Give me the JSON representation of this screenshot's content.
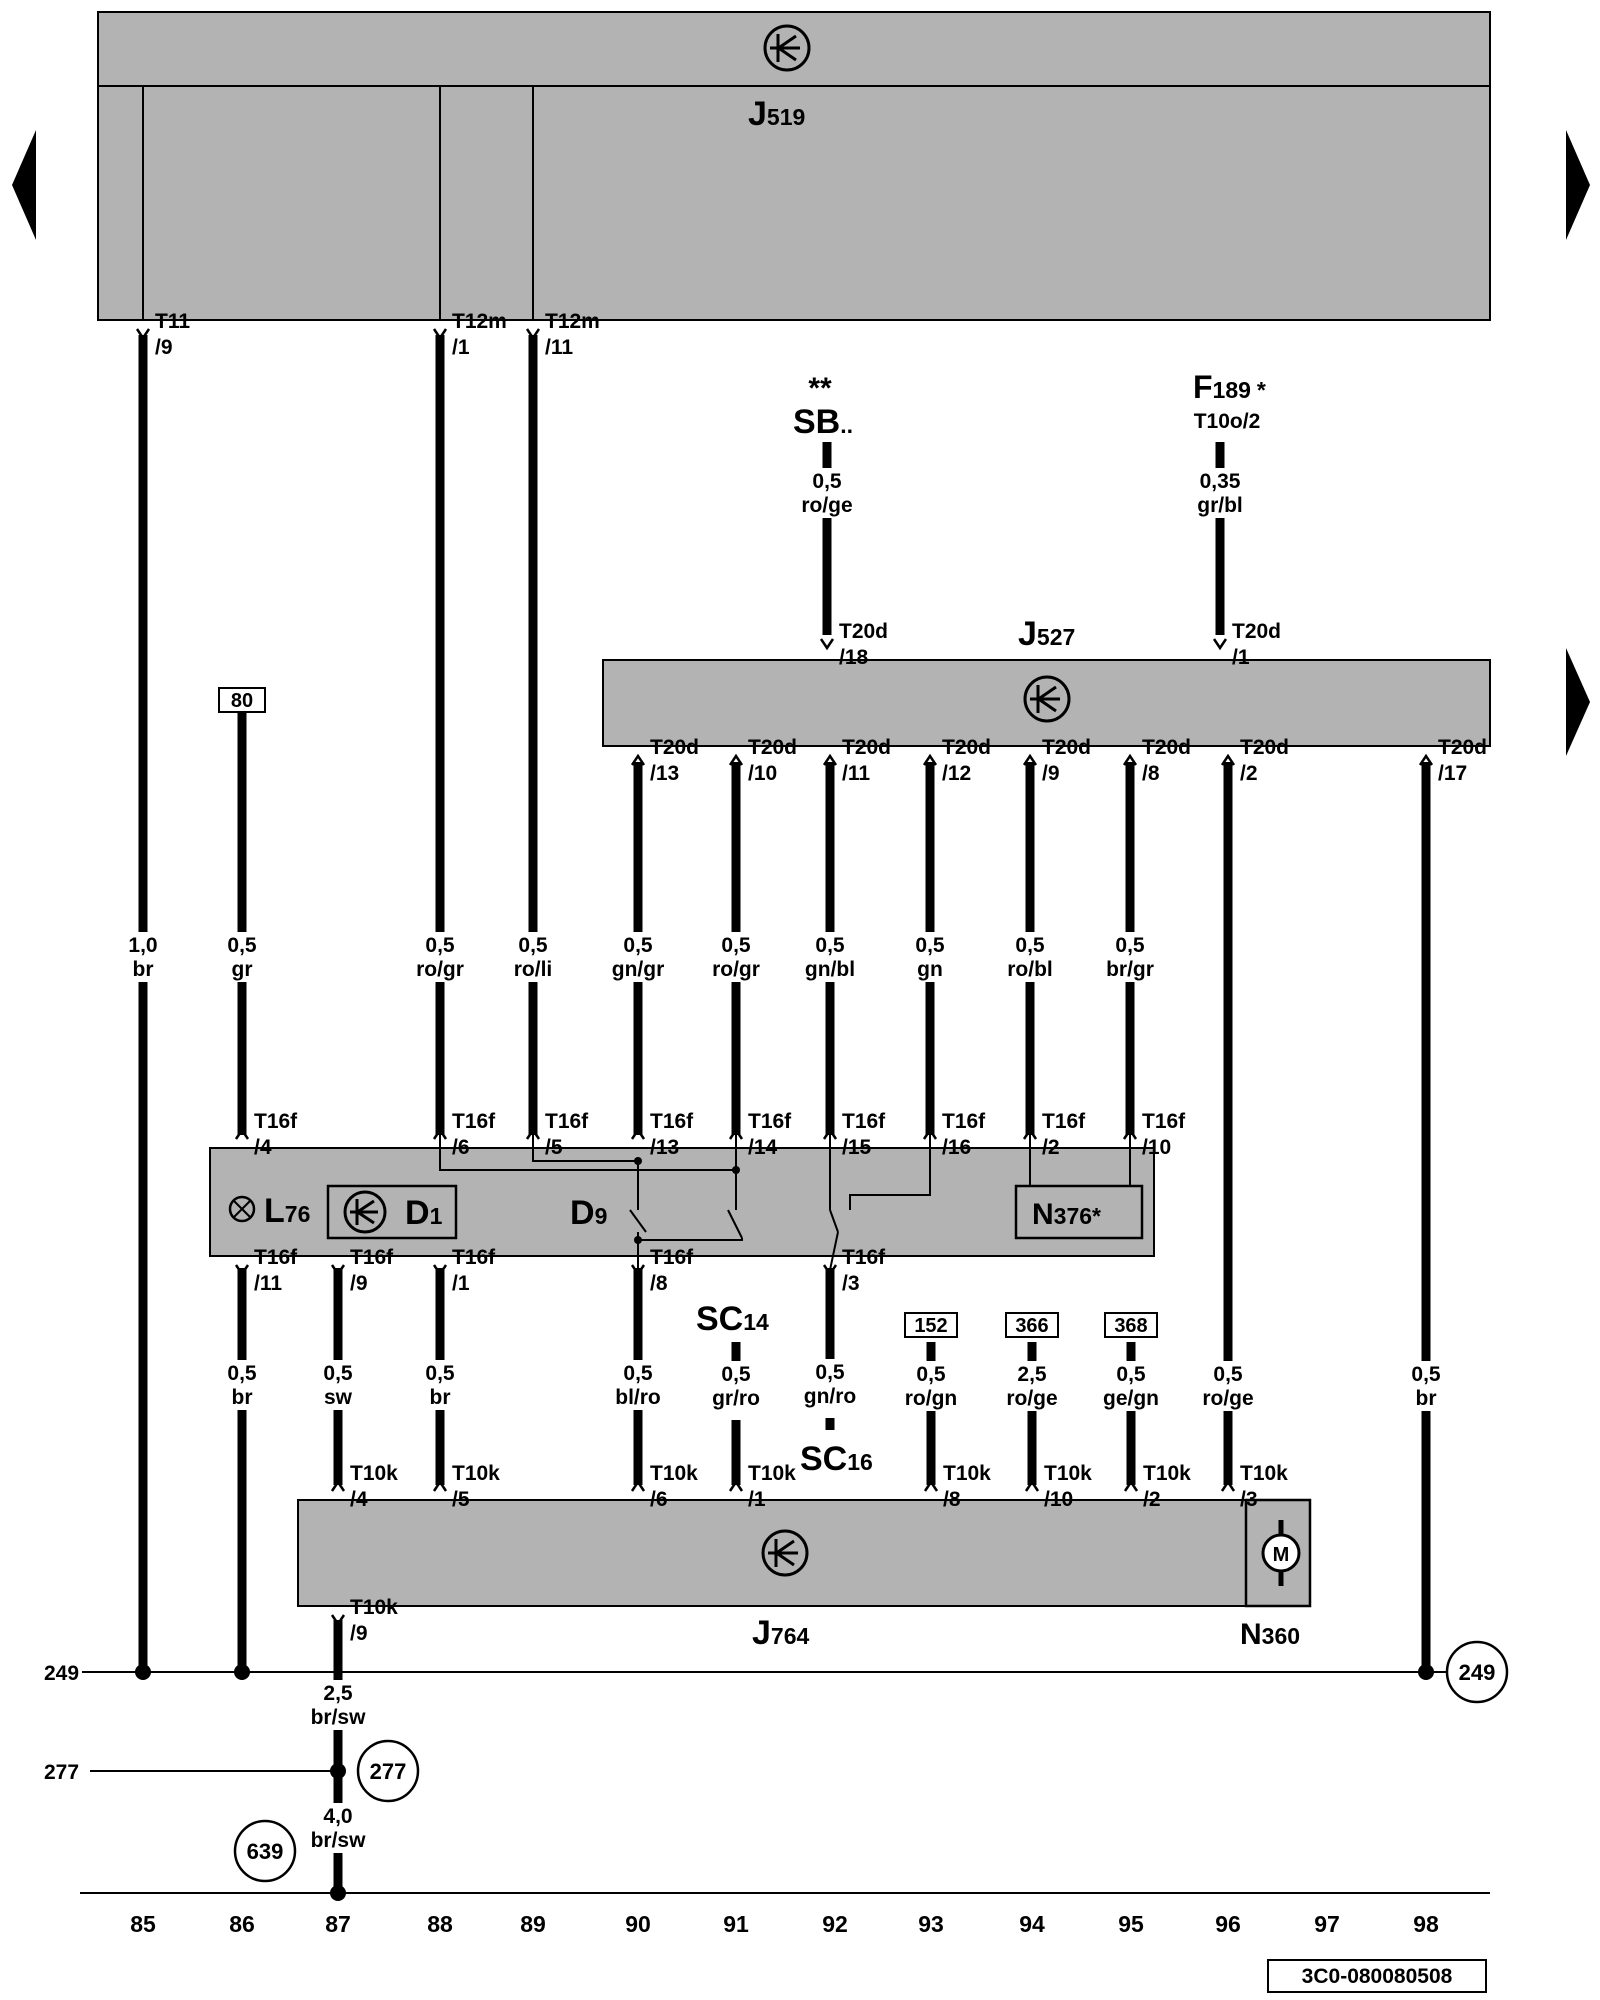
{
  "nav": {
    "prev_label": "◀",
    "next_label": "▶",
    "next2_label": "▶"
  },
  "components": {
    "j519": {
      "letter": "J",
      "num": "519"
    },
    "j527": {
      "letter": "J",
      "num": "527"
    },
    "j764": {
      "letter": "J",
      "num": "764"
    },
    "n360": {
      "letter": "N",
      "num": "360"
    },
    "l76": {
      "letter": "L",
      "num": "76"
    },
    "d1": {
      "letter": "D",
      "num": "1"
    },
    "d9": {
      "letter": "D",
      "num": "9"
    },
    "n376": {
      "letter": "N",
      "num": "376",
      "suffix": "*"
    },
    "sb": {
      "stars": "**",
      "name": "SB",
      "suffix": ".."
    },
    "f189": {
      "letter": "F",
      "num": "189",
      "suffix": "*",
      "conn": "T10o/2"
    },
    "sc14": {
      "letter": "SC",
      "num": "14"
    },
    "sc16": {
      "letter": "SC",
      "num": "16"
    }
  },
  "connectors": [
    {
      "name": "T11",
      "pin": "/9"
    },
    {
      "name": "T12m",
      "pin": "/1"
    },
    {
      "name": "T12m",
      "pin": "/11"
    },
    {
      "name": "T20d",
      "pin": "/18"
    },
    {
      "name": "T20d",
      "pin": "/1"
    },
    {
      "name": "T20d",
      "pin": "/13"
    },
    {
      "name": "T20d",
      "pin": "/10"
    },
    {
      "name": "T20d",
      "pin": "/11"
    },
    {
      "name": "T20d",
      "pin": "/12"
    },
    {
      "name": "T20d",
      "pin": "/9"
    },
    {
      "name": "T20d",
      "pin": "/8"
    },
    {
      "name": "T20d",
      "pin": "/2"
    },
    {
      "name": "T20d",
      "pin": "/17"
    },
    {
      "name": "T16f",
      "pin": "/4"
    },
    {
      "name": "T16f",
      "pin": "/6"
    },
    {
      "name": "T16f",
      "pin": "/5"
    },
    {
      "name": "T16f",
      "pin": "/13"
    },
    {
      "name": "T16f",
      "pin": "/14"
    },
    {
      "name": "T16f",
      "pin": "/15"
    },
    {
      "name": "T16f",
      "pin": "/16"
    },
    {
      "name": "T16f",
      "pin": "/2"
    },
    {
      "name": "T16f",
      "pin": "/10"
    },
    {
      "name": "T16f",
      "pin": "/11"
    },
    {
      "name": "T16f",
      "pin": "/9"
    },
    {
      "name": "T16f",
      "pin": "/1"
    },
    {
      "name": "T16f",
      "pin": "/8"
    },
    {
      "name": "T16f",
      "pin": "/3"
    },
    {
      "name": "T10k",
      "pin": "/4"
    },
    {
      "name": "T10k",
      "pin": "/5"
    },
    {
      "name": "T10k",
      "pin": "/6"
    },
    {
      "name": "T10k",
      "pin": "/1"
    },
    {
      "name": "T10k",
      "pin": "/8"
    },
    {
      "name": "T10k",
      "pin": "/10"
    },
    {
      "name": "T10k",
      "pin": "/2"
    },
    {
      "name": "T10k",
      "pin": "/3"
    },
    {
      "name": "T10k",
      "pin": "/9"
    }
  ],
  "wires": [
    {
      "size": "0,5",
      "color": "ro/ge"
    },
    {
      "size": "0,35",
      "color": "gr/bl"
    },
    {
      "size": "1,0",
      "color": "br"
    },
    {
      "size": "0,5",
      "color": "gr"
    },
    {
      "size": "0,5",
      "color": "ro/gr"
    },
    {
      "size": "0,5",
      "color": "ro/li"
    },
    {
      "size": "0,5",
      "color": "gn/gr"
    },
    {
      "size": "0,5",
      "color": "ro/gr"
    },
    {
      "size": "0,5",
      "color": "gn/bl"
    },
    {
      "size": "0,5",
      "color": "gn"
    },
    {
      "size": "0,5",
      "color": "ro/bl"
    },
    {
      "size": "0,5",
      "color": "br/gr"
    },
    {
      "size": "0,5",
      "color": "br"
    },
    {
      "size": "0,5",
      "color": "sw"
    },
    {
      "size": "0,5",
      "color": "br"
    },
    {
      "size": "0,5",
      "color": "bl/ro"
    },
    {
      "size": "0,5",
      "color": "gr/ro"
    },
    {
      "size": "0,5",
      "color": "gn/ro"
    },
    {
      "size": "0,5",
      "color": "ro/gn"
    },
    {
      "size": "2,5",
      "color": "ro/ge"
    },
    {
      "size": "0,5",
      "color": "ge/gn"
    },
    {
      "size": "0,5",
      "color": "ro/ge"
    },
    {
      "size": "0,5",
      "color": "br"
    },
    {
      "size": "2,5",
      "color": "br/sw"
    },
    {
      "size": "4,0",
      "color": "br/sw"
    }
  ],
  "refs": {
    "r80": "80",
    "r152": "152",
    "r366": "366",
    "r368": "368"
  },
  "circles": {
    "c249": "249",
    "c277": "277",
    "c639": "639"
  },
  "side_refs": {
    "s249": "249",
    "s277": "277"
  },
  "columns": [
    "85",
    "86",
    "87",
    "88",
    "89",
    "90",
    "91",
    "92",
    "93",
    "94",
    "95",
    "96",
    "97",
    "98"
  ],
  "doc_id": "3C0-080080508"
}
